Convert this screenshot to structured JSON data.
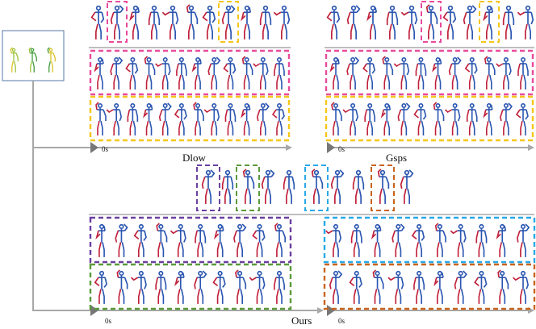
{
  "methods": {
    "dlow": "Dlow",
    "gsps": "Gsps",
    "ours": "Ours"
  },
  "time_label": "0s",
  "colors": {
    "pink": "#e84a9c",
    "yellow": "#f5c518",
    "purple": "#6b3fa0",
    "green": "#5a9a3a",
    "cyan": "#27a8e8",
    "orange": "#c8641e",
    "limb_red": "#c0203a",
    "limb_blue": "#2a55b0",
    "axis": "#a8a8a8",
    "history_border": "#5577aa"
  },
  "panels": [
    {
      "id": "dlow",
      "rows": [
        "pink",
        "yellow"
      ],
      "preview_highlights": [
        "pink",
        "yellow"
      ]
    },
    {
      "id": "gsps",
      "rows": [
        "pink",
        "yellow"
      ],
      "preview_highlights": [
        "pink",
        "yellow"
      ]
    },
    {
      "id": "ours-left",
      "rows": [
        "purple",
        "green"
      ],
      "preview_highlights": [
        "purple",
        "green"
      ]
    },
    {
      "id": "ours-right",
      "rows": [
        "cyan",
        "orange"
      ],
      "preview_highlights": [
        "cyan",
        "orange"
      ]
    }
  ]
}
